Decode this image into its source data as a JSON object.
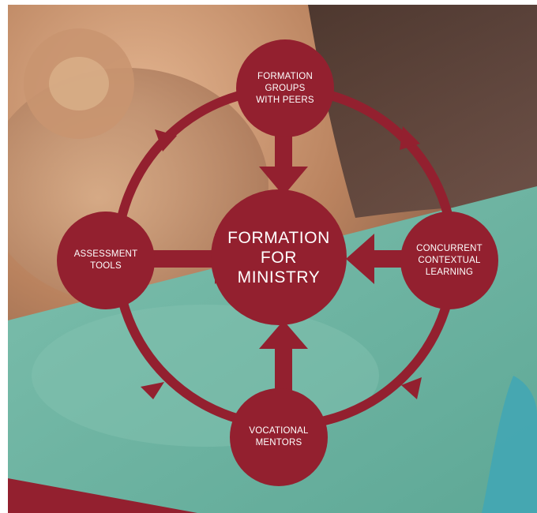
{
  "diagram": {
    "center": "FORMATION\nFOR\nMINISTRY",
    "nodes": {
      "top": "FORMATION\nGROUPS\nWITH PEERS",
      "left": "ASSESSMENT\nTOOLS",
      "right": "CONCURRENT\nCONTEXTUAL\nLEARNING",
      "bottom": "VOCATIONAL\nMENTORS"
    }
  },
  "colors": {
    "maroon": "#93202f",
    "teal": "#6fb5a3",
    "clay": "#b98e72",
    "white": "#ffffff"
  }
}
